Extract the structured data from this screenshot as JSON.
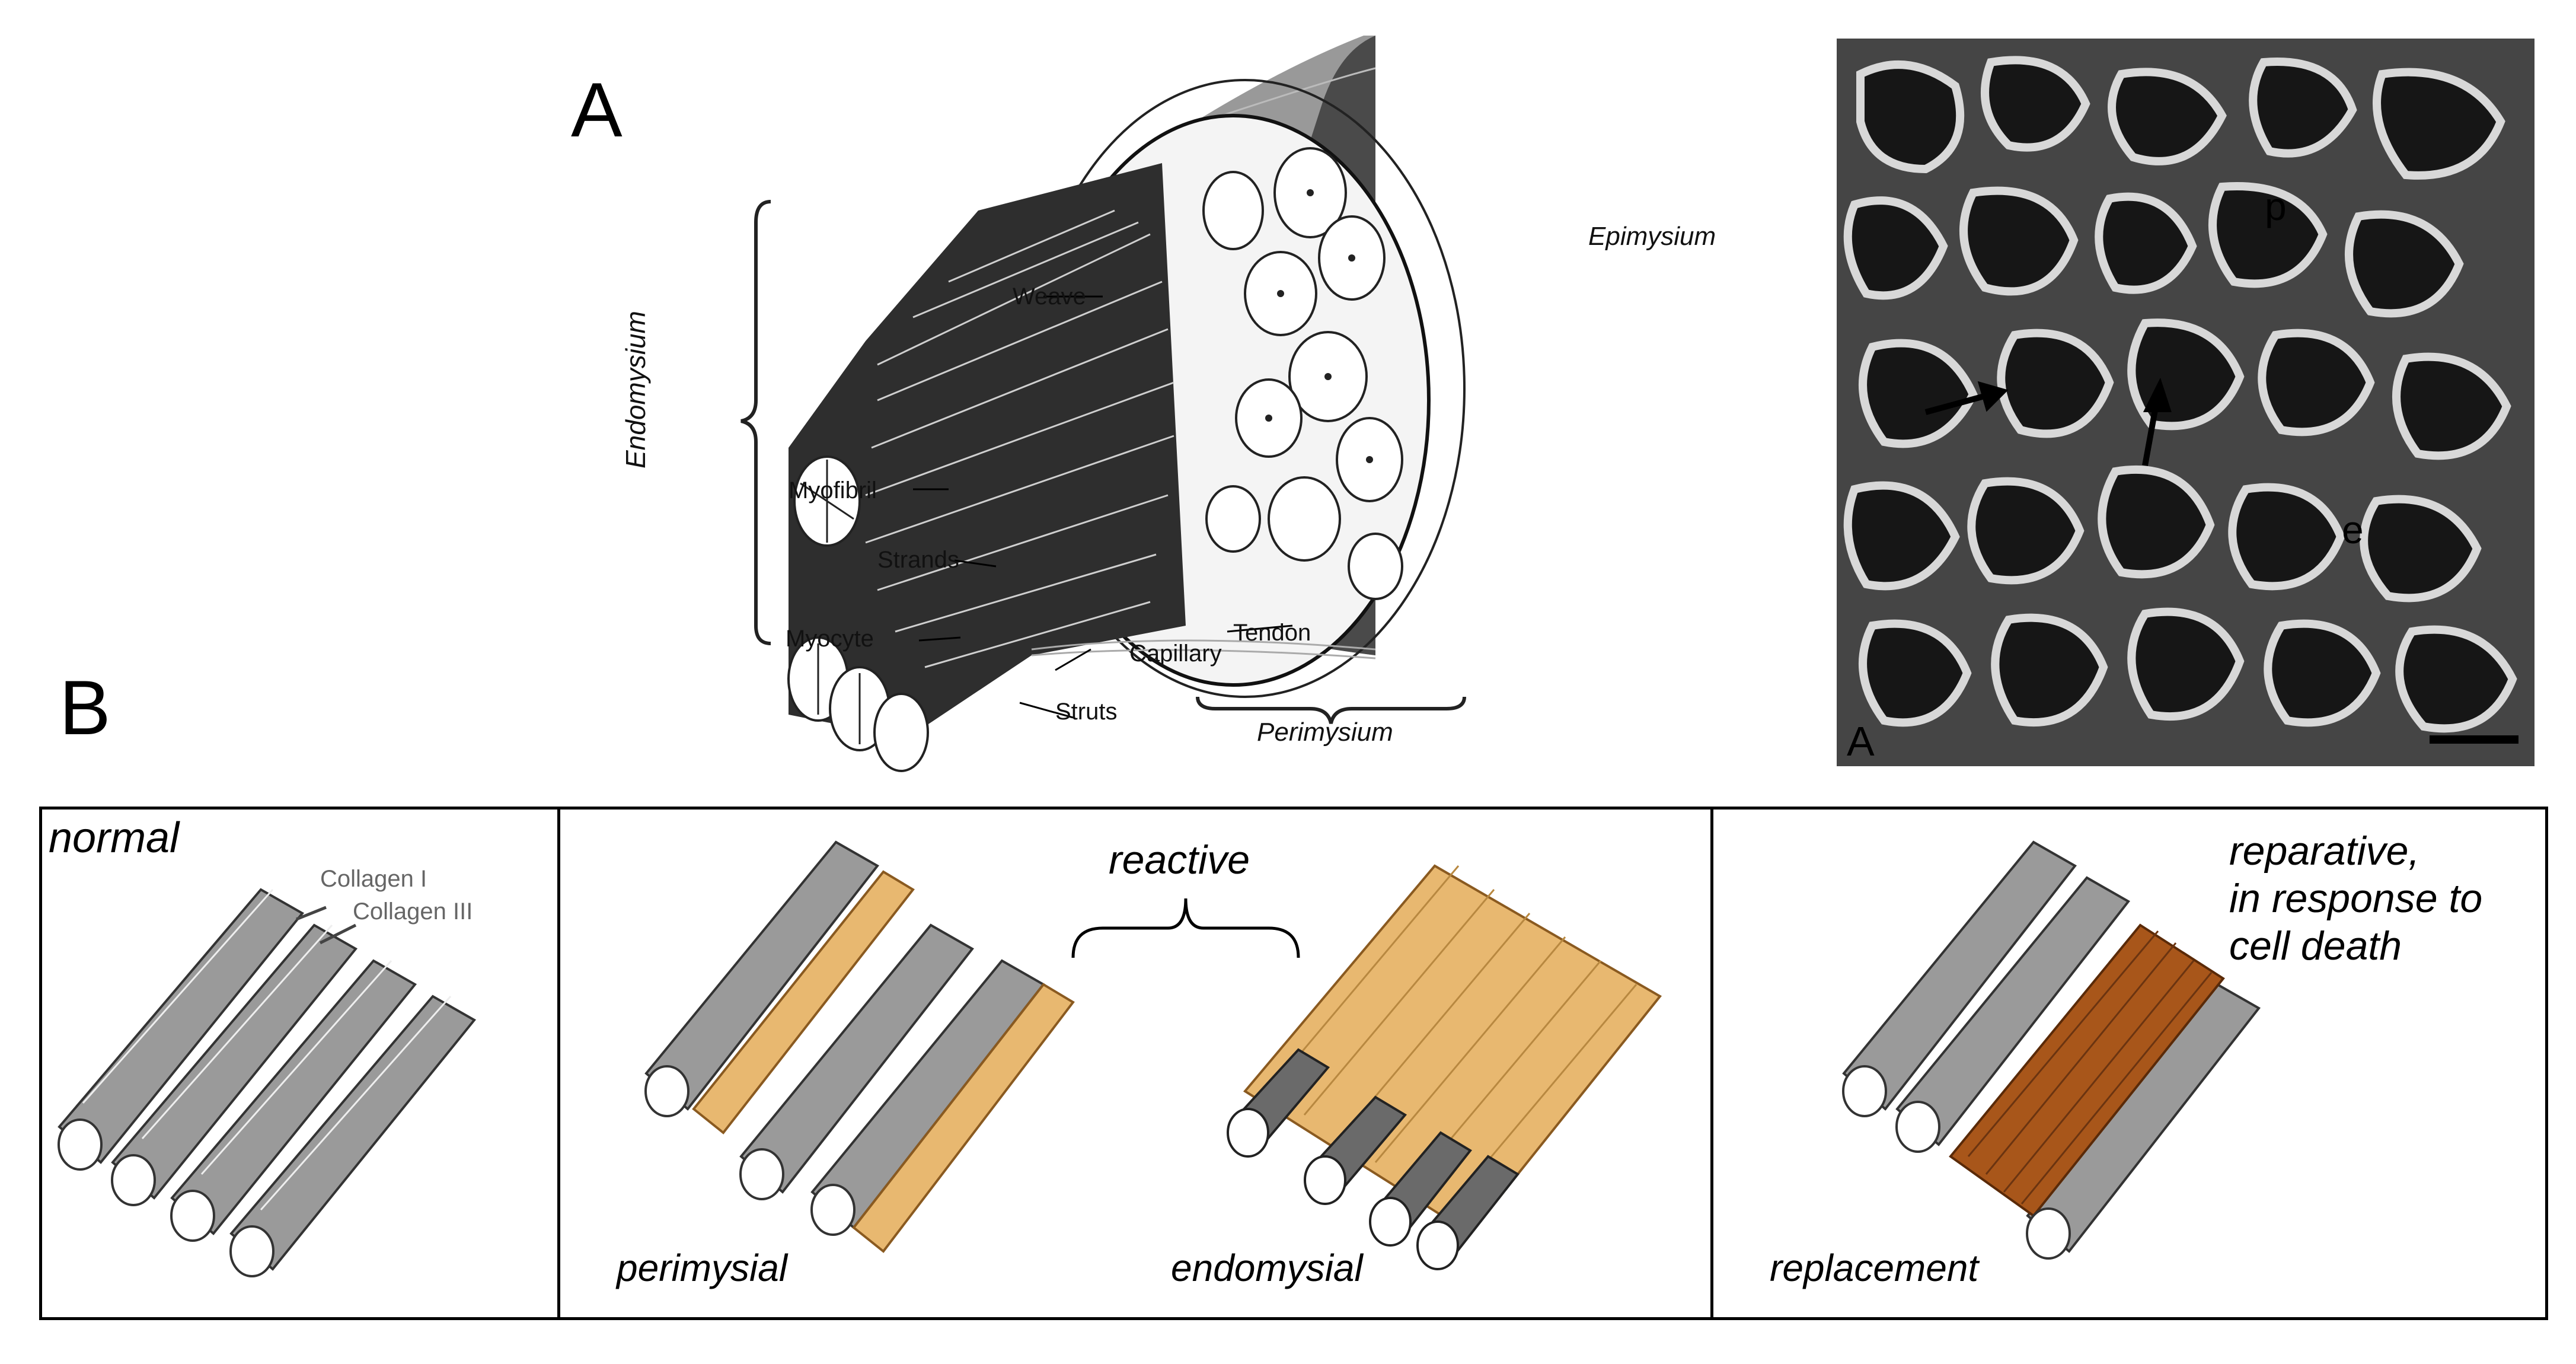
{
  "panel_a": {
    "letter": "A",
    "labels": {
      "epimysium": "Epimysium",
      "endomysium": "Endomysium",
      "weave": "Weave",
      "myofibril": "Myofibril",
      "strands": "Strands",
      "myocyte": "Myocyte",
      "capillary": "Capillary",
      "struts": "Struts",
      "tendon": "Tendon",
      "perimysium": "Perimysium"
    }
  },
  "sem": {
    "letter": "A",
    "label_p": "p",
    "label_e": "e"
  },
  "panel_b": {
    "letter": "B",
    "normal": {
      "title": "normal",
      "collagen1": "Collagen I",
      "collagen3": "Collagen III"
    },
    "reactive": {
      "title": "reactive",
      "perimysial": "perimysial",
      "endomysial": "endomysial"
    },
    "replacement": {
      "title_line1": "reparative,",
      "title_line2": "in response to",
      "title_line3": "cell death",
      "caption": "replacement"
    }
  },
  "colors": {
    "collagen_reactive": "#e8b870",
    "collagen_replacement": "#a8561a",
    "fiber_gray": "#8a8a8a",
    "sem_bg": "#3a3a3a"
  }
}
